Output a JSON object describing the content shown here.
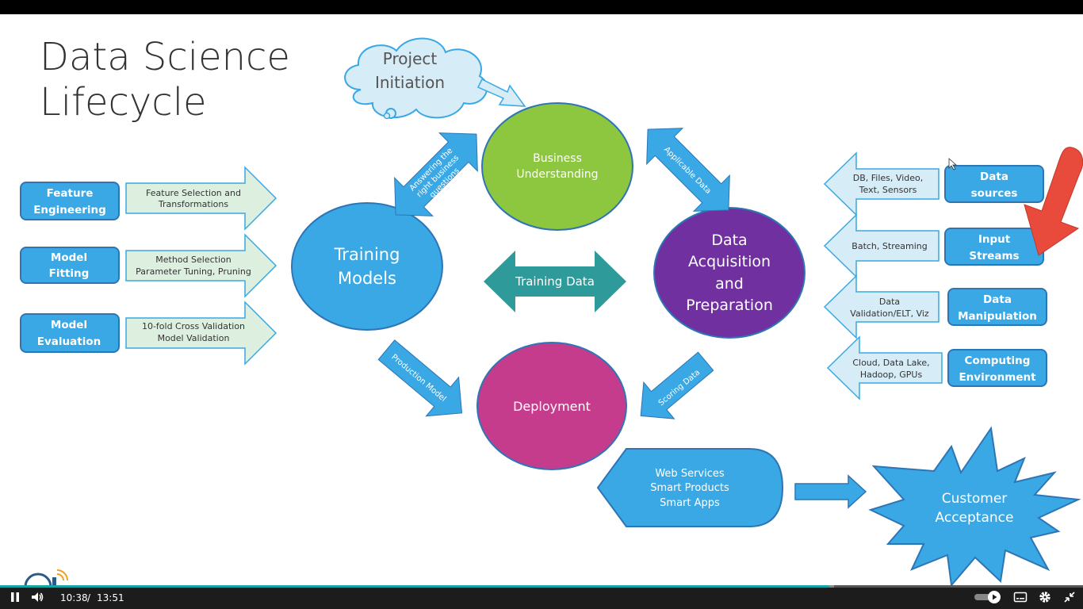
{
  "slide": {
    "title_line1": "Data Science",
    "title_line2": "Lifecycle",
    "project_initiation": [
      "Project",
      "Initiation"
    ],
    "business_understanding": [
      "Business",
      "Understanding"
    ],
    "training_models": [
      "Training",
      "Models"
    ],
    "data_acquisition": [
      "Data",
      "Acquisition",
      "and",
      "Preparation"
    ],
    "deployment": "Deployment",
    "training_data": "Training Data",
    "answering_questions": [
      "Answering the",
      "right business",
      "questions"
    ],
    "applicable_data": "Applicable Data",
    "production_model": "Production Model",
    "scoring_data": "Scoring Data",
    "left_items": [
      {
        "label": [
          "Feature",
          "Engineering"
        ],
        "detail": [
          "Feature Selection and",
          "Transformations"
        ]
      },
      {
        "label": [
          "Model",
          "Fitting"
        ],
        "detail": [
          "Method Selection",
          "Parameter Tuning, Pruning"
        ]
      },
      {
        "label": [
          "Model",
          "Evaluation"
        ],
        "detail": [
          "10-fold Cross Validation",
          "Model Validation"
        ]
      }
    ],
    "right_items": [
      {
        "label": [
          "Data",
          "sources"
        ],
        "detail": [
          "DB, Files, Video,",
          "Text, Sensors"
        ]
      },
      {
        "label": [
          "Input",
          "Streams"
        ],
        "detail": [
          "Batch, Streaming"
        ]
      },
      {
        "label": [
          "Data",
          "Manipulation"
        ],
        "detail": [
          "Data",
          "Validation/ELT, Viz"
        ]
      },
      {
        "label": [
          "Computing",
          "Environment"
        ],
        "detail": [
          "Cloud, Data Lake,",
          "Hadoop, GPUs"
        ]
      }
    ],
    "services": [
      "Web Services",
      "Smart Products",
      "Smart Apps"
    ],
    "customer_acceptance": [
      "Customer",
      "Acceptance"
    ]
  },
  "player": {
    "current_time": "10:38",
    "separator": "/",
    "duration": "13:51",
    "progress_fraction": 0.766,
    "buffer_fraction": 0.77,
    "colors": {
      "accent": "#1aa3a3",
      "bar": "#1c1c1c"
    },
    "icons": [
      "pause-icon",
      "volume-icon",
      "autoplay-toggle-icon",
      "captions-icon",
      "gear-icon",
      "exit-fullscreen-icon"
    ]
  },
  "colors": {
    "blue": "#3aa8e4",
    "green": "#8dc63f",
    "purple": "#7030a0",
    "magenta": "#c63c8c",
    "teal": "#2e9a9a",
    "pale_arrow": "#d6ecf7",
    "pale_green_arrow": "#ddf0e0",
    "red_arrow": "#e84a3c"
  }
}
